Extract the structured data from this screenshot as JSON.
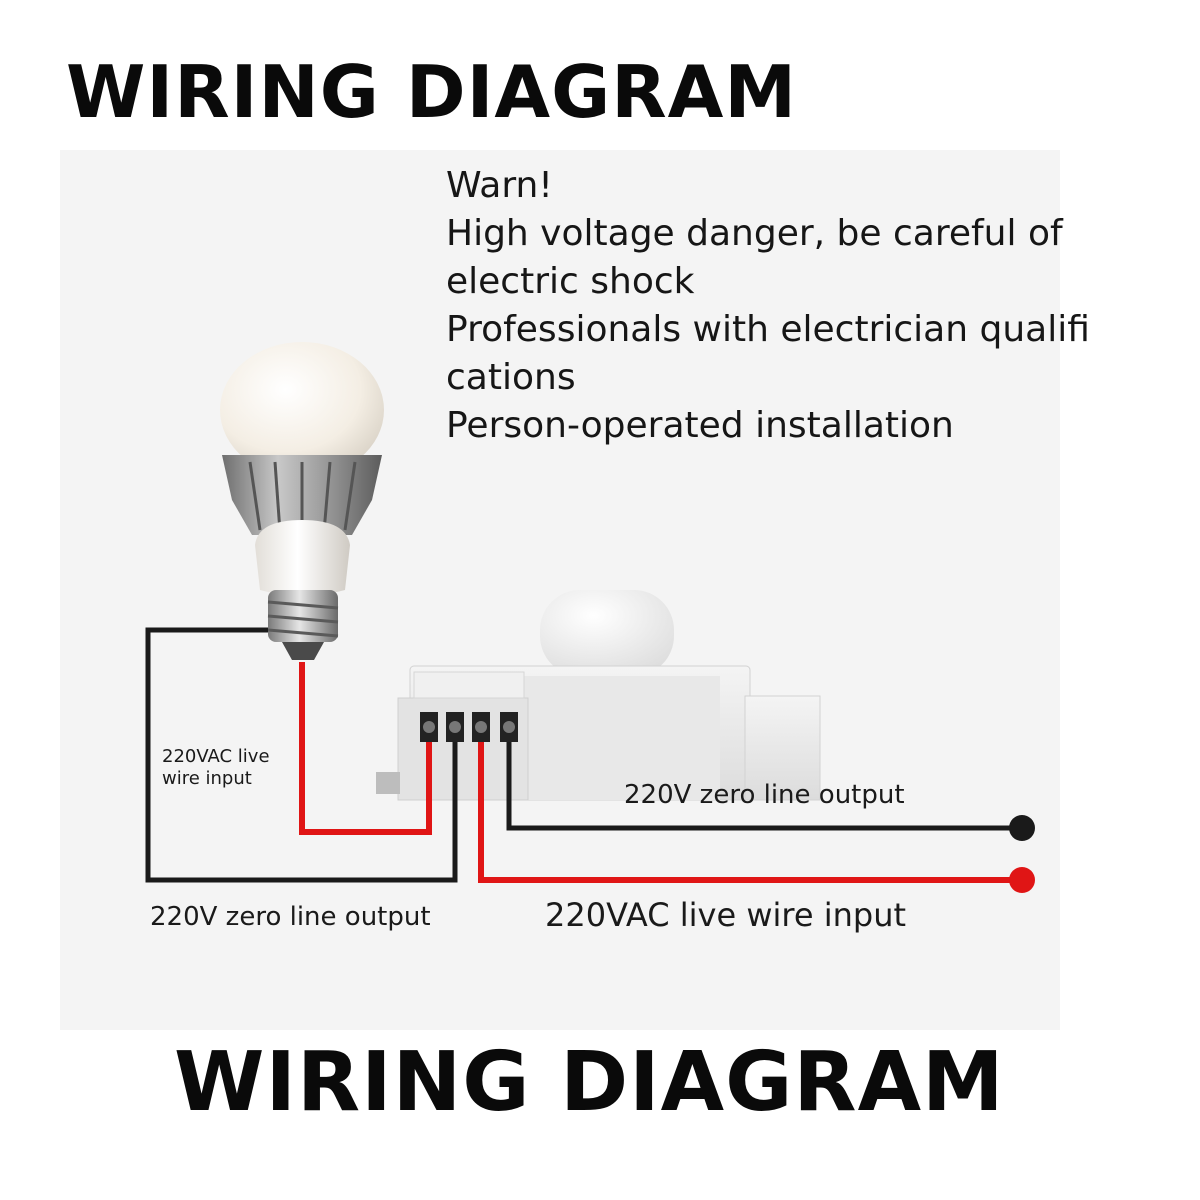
{
  "title_top": "WIRING DIAGRAM",
  "title_bottom": "WIRING DIAGRAM",
  "warning_lines": [
    "Warn!",
    "High voltage danger, be careful of",
    "electric shock",
    "Professionals with electrician qualifi",
    "cations",
    "Person-operated installation"
  ],
  "labels": {
    "live_left_line1": "220VAC live",
    "live_left_line2": "wire input",
    "zero_right": "220V zero line output",
    "zero_bottom": "220V zero line output",
    "live_bottom": "220VAC live wire input"
  },
  "colors": {
    "live_wire": "#e01515",
    "zero_wire": "#1a1a1a",
    "sensor_body": "#ececec",
    "bulb_glass": "#f7f1e8",
    "bulb_heatsink": "#9a9a9a"
  },
  "icons": [
    "light-bulb-icon",
    "motion-sensor-icon",
    "live-terminal-icon",
    "zero-terminal-icon"
  ]
}
